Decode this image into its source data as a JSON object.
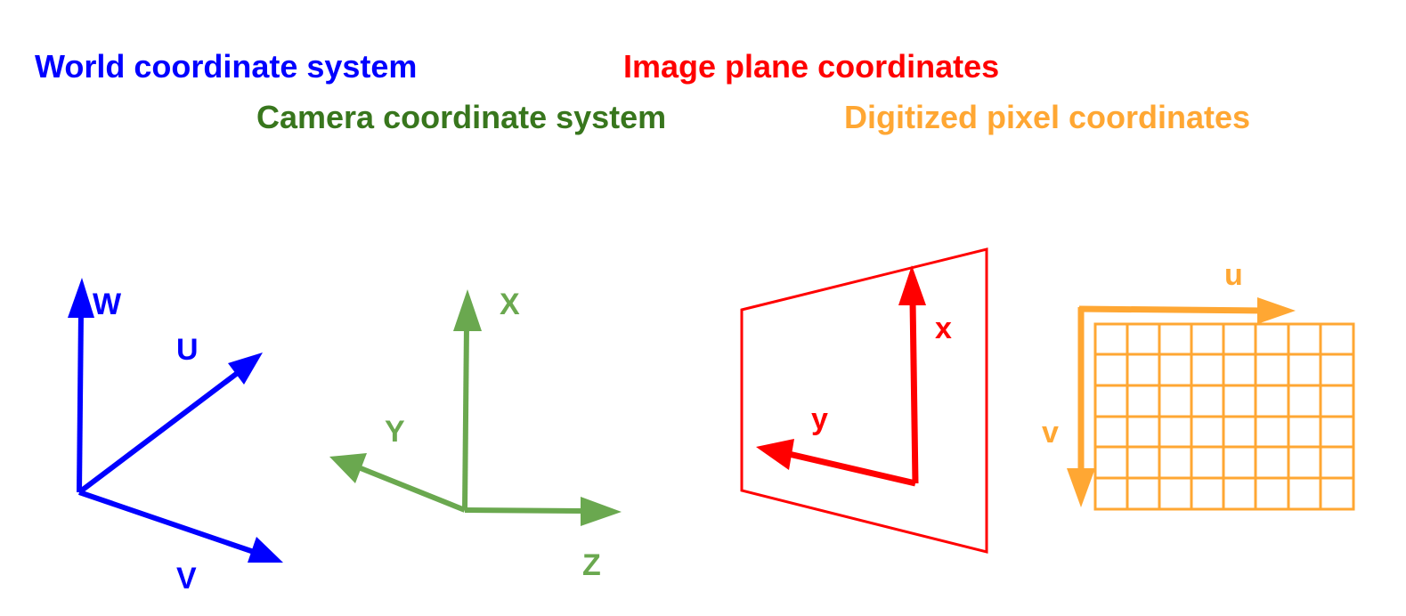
{
  "titles": {
    "world": "World coordinate system",
    "camera": "Camera coordinate system",
    "image": "Image plane coordinates",
    "pixel": "Digitized pixel coordinates"
  },
  "colors": {
    "world": "#0000ff",
    "camera_title": "#38761d",
    "camera_axes": "#6aa84f",
    "image": "#ff0000",
    "pixel": "#ffa733"
  },
  "world_axes": {
    "w": "W",
    "u": "U",
    "v": "V"
  },
  "camera_axes": {
    "x": "X",
    "y": "Y",
    "z": "Z"
  },
  "image_axes": {
    "x": "x",
    "y": "y"
  },
  "pixel_axes": {
    "u": "u",
    "v": "v"
  }
}
